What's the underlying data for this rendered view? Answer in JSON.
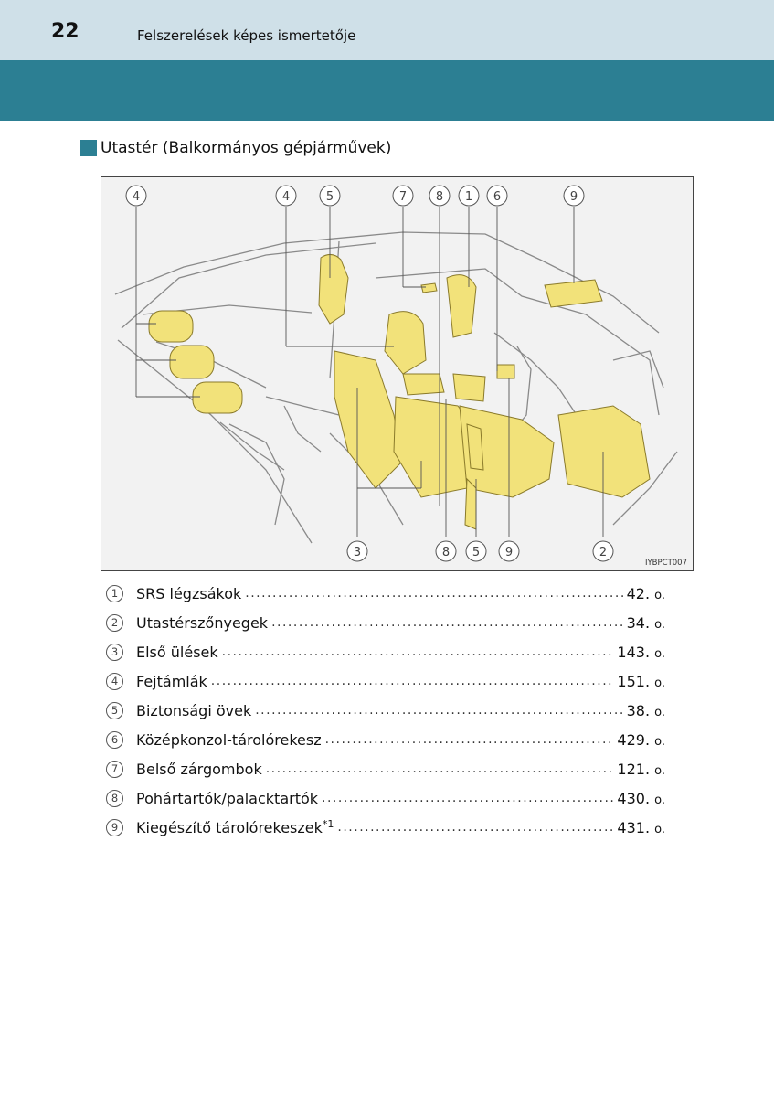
{
  "header": {
    "page_number": "22",
    "title": "Felszerelések képes ismertetője"
  },
  "section": {
    "title": "Utastér (Balkormányos gépjárművek)"
  },
  "figure": {
    "code": "IYBPCT007",
    "callouts_top": [
      "4",
      "4",
      "5",
      "7",
      "8",
      "1",
      "6",
      "9"
    ],
    "callouts_bottom": [
      "3",
      "8",
      "5",
      "9",
      "2"
    ],
    "highlight_color": "#f2e27a",
    "accent_color": "#2c7f93"
  },
  "items": [
    {
      "num": "1",
      "label": "SRS légzsákok",
      "dots": "......................................................................................................",
      "page": "42.",
      "suffix": "o."
    },
    {
      "num": "2",
      "label": "Utastérszőnyegek",
      "dots": "......................................................................................................",
      "page": "34.",
      "suffix": "o."
    },
    {
      "num": "3",
      "label": "Első ülések",
      "dots": "......................................................................................................",
      "page": "143.",
      "suffix": "o."
    },
    {
      "num": "4",
      "label": "Fejtámlák",
      "dots": "......................................................................................................",
      "page": "151.",
      "suffix": "o."
    },
    {
      "num": "5",
      "label": "Biztonsági övek",
      "dots": "......................................................................................................",
      "page": "38.",
      "suffix": "o."
    },
    {
      "num": "6",
      "label": "Középkonzol-tárolórekesz",
      "dots": "......................................................................................................",
      "page": "429.",
      "suffix": "o."
    },
    {
      "num": "7",
      "label": "Belső zárgombok",
      "dots": "......................................................................................................",
      "page": "121.",
      "suffix": "o."
    },
    {
      "num": "8",
      "label": "Pohártartók/palacktartók",
      "dots": "......................................................................................................",
      "page": "430.",
      "suffix": "o."
    },
    {
      "num": "9",
      "label": "Kiegészítő tárolórekeszek",
      "sup": "*1",
      "dots": "......................................................................................................",
      "page": "431.",
      "suffix": "o."
    }
  ]
}
